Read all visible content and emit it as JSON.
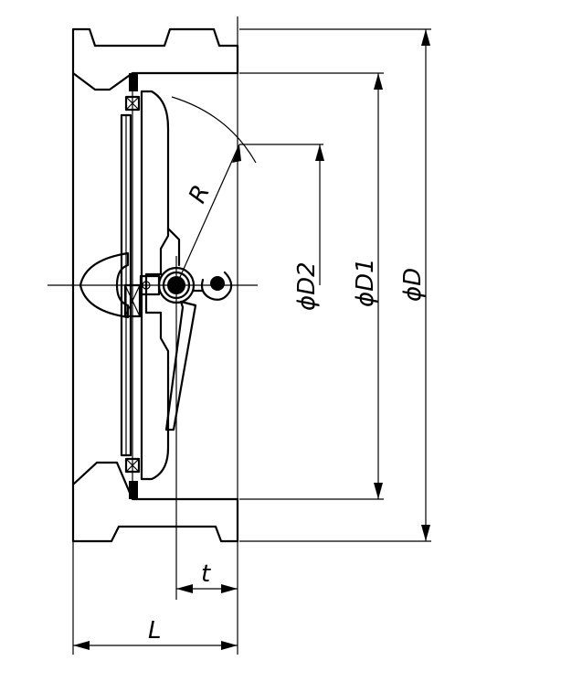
{
  "labels": {
    "radius": "R",
    "dia_disc": "ϕD2",
    "dia_seat": "ϕD1",
    "dia_outer": "ϕD",
    "offset": "t",
    "length": "L"
  }
}
